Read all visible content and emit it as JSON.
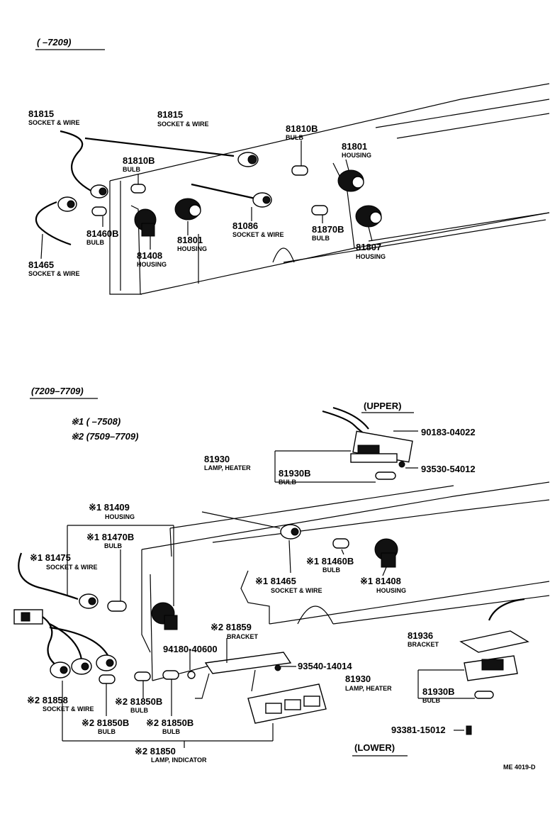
{
  "top": {
    "period": "(    –7209)",
    "labels": {
      "l81815a_pn": "81815",
      "l81815a_ds": "SOCKET & WIRE",
      "l81815b_pn": "81815",
      "l81815b_ds": "SOCKET & WIRE",
      "l81810a_pn": "81810B",
      "l81810a_ds": "BULB",
      "l81810b_pn": "81810B",
      "l81810b_ds": "BULB",
      "l81801a_pn": "81801",
      "l81801a_ds": "HOUSING",
      "l81801b_pn": "81801",
      "l81801b_ds": "HOUSING",
      "l81460_pn": "81460B",
      "l81460_ds": "BULB",
      "l81408_pn": "81408",
      "l81408_ds": "HOUSING",
      "l81086_pn": "81086",
      "l81086_ds": "SOCKET & WIRE",
      "l81870_pn": "81870B",
      "l81870_ds": "BULB",
      "l81807_pn": "81807",
      "l81807_ds": "HOUSING",
      "l81465_pn": "81465",
      "l81465_ds": "SOCKET & WIRE"
    }
  },
  "bottom": {
    "period": "(7209–7709)",
    "note1": "※1 (    –7508)",
    "note2": "※2 (7509–7709)",
    "upper": "(UPPER)",
    "lower": "(LOWER)",
    "labels": {
      "b90183": "90183-04022",
      "b93530": "93530-54012",
      "b81930u_pn": "81930",
      "b81930u_ds": "LAMP, HEATER",
      "b81930Bu_pn": "81930B",
      "b81930Bu_ds": "BULB",
      "b81409_pn": "※1 81409",
      "b81409_ds": "HOUSING",
      "b81470_pn": "※1 81470B",
      "b81470_ds": "BULB",
      "b81475_pn": "※1 81475",
      "b81475_ds": "SOCKET & WIRE",
      "b81460_pn": "※1 81460B",
      "b81460_ds": "BULB",
      "b81465_pn": "※1 81465",
      "b81465_ds": "SOCKET & WIRE",
      "b81408_pn": "※1 81408",
      "b81408_ds": "HOUSING",
      "b81859_pn": "※2 81859",
      "b81859_ds": "BRACKET",
      "b94180": "94180-40600",
      "b93540": "93540-14014",
      "b81936_pn": "81936",
      "b81936_ds": "BRACKET",
      "b81930l_pn": "81930",
      "b81930l_ds": "LAMP, HEATER",
      "b81930Bl_pn": "81930B",
      "b81930Bl_ds": "BULB",
      "b81858_pn": "※2 81858",
      "b81858_ds": "SOCKET & WIRE",
      "b81850a_pn": "※2 81850B",
      "b81850a_ds": "BULB",
      "b81850b_pn": "※2 81850B",
      "b81850b_ds": "BULB",
      "b81850c_pn": "※2 81850B",
      "b81850c_ds": "BULB",
      "b81850_pn": "※2 81850",
      "b81850_ds": "LAMP, INDICATOR",
      "b93381": "93381-15012"
    }
  },
  "footer_code": "ME 4019-D"
}
